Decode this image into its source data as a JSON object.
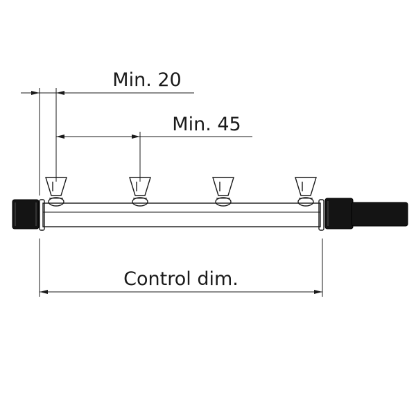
{
  "labels": {
    "min_20": "Min. 20",
    "min_45": "Min. 45",
    "control_dim": "Control dim."
  },
  "colors": {
    "line": "#1a1a1a",
    "fitting": "#141414",
    "background": "#ffffff"
  }
}
